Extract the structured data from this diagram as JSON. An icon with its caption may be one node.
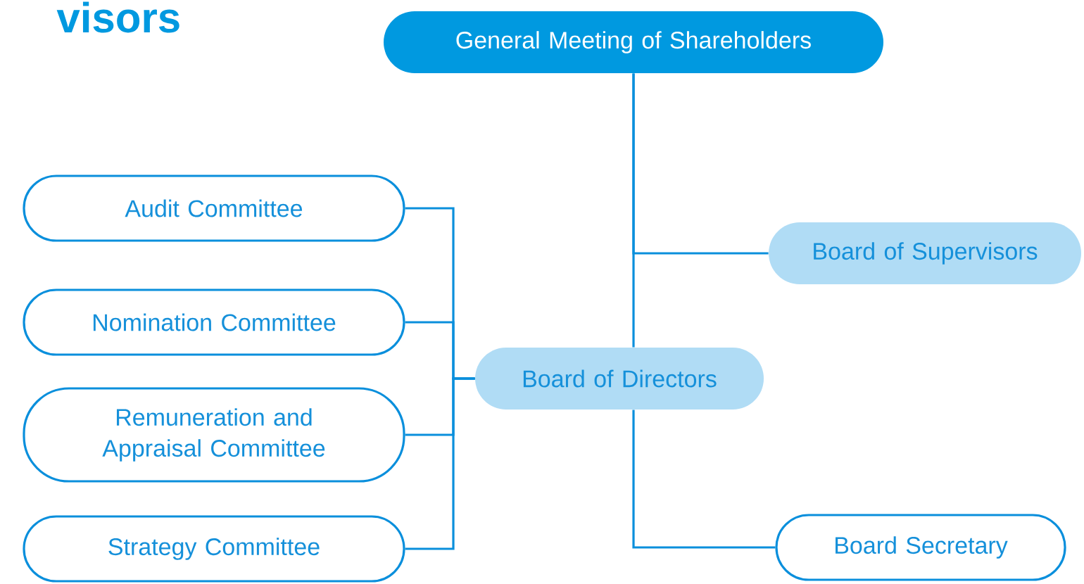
{
  "diagram": {
    "nodes": [
      {
        "text": [
          "General Meeting of Shareholders"
        ]
      },
      {
        "text": [
          "Board of Supervisors"
        ]
      },
      {
        "text": [
          "Board of Directors"
        ]
      },
      {
        "text": [
          "Audit Committee"
        ]
      },
      {
        "text": [
          "Nomination Committee"
        ]
      },
      {
        "text": [
          "Remuneration and Appraisal Committee"
        ]
      },
      {
        "text": [
          "Strategy Committee"
        ]
      },
      {
        "text": [
          "Board Secretary"
        ]
      }
    ],
    "edges": [
      {
        "from": 0,
        "to": 1,
        "arrow": "none"
      },
      {
        "from": 0,
        "to": 2,
        "arrow": "none"
      },
      {
        "from": 2,
        "to": 3,
        "arrow": "none"
      },
      {
        "from": 2,
        "to": 4,
        "arrow": "none"
      },
      {
        "from": 2,
        "to": 5,
        "arrow": "none"
      },
      {
        "from": 2,
        "to": 6,
        "arrow": "none"
      },
      {
        "from": 2,
        "to": 7,
        "arrow": "none"
      }
    ],
    "labels": [
      "visors"
    ]
  }
}
